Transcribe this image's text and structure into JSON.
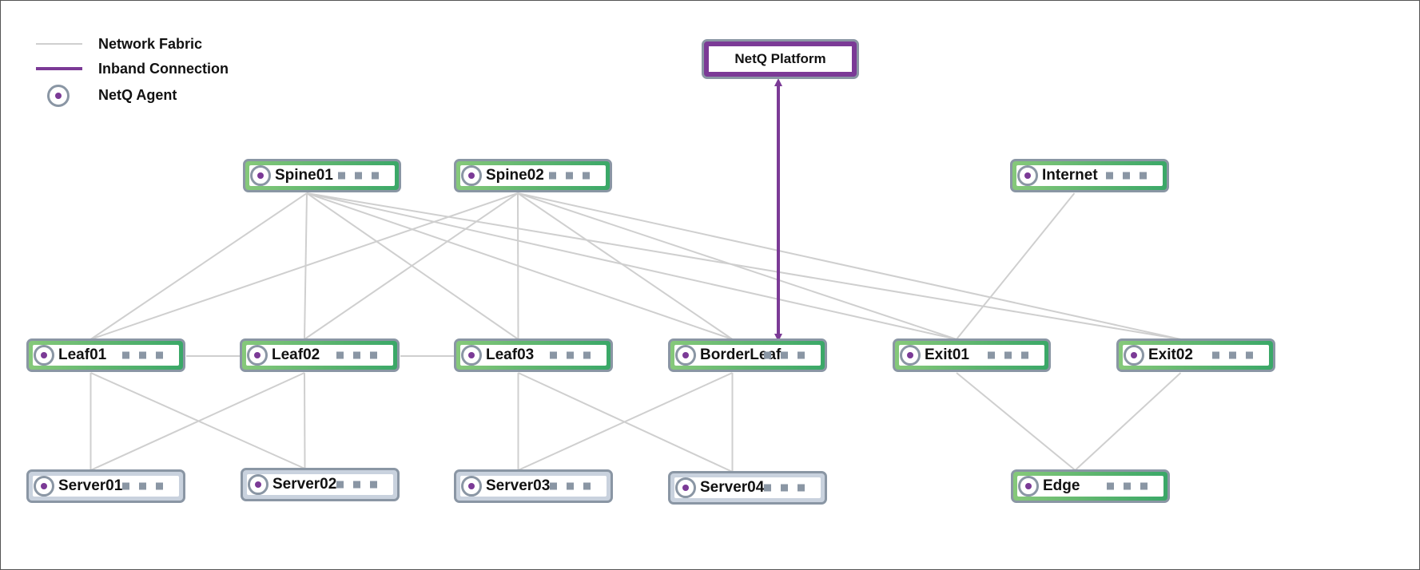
{
  "legend": {
    "fabric_label": "Network Fabric",
    "inband_label": "Inband Connection",
    "agent_label": "NetQ Agent",
    "fabric_color": "#cfcfcf",
    "inband_color": "#7b3a96"
  },
  "platform": {
    "label": "NetQ Platform"
  },
  "nodes": {
    "spine01": {
      "label": "Spine01"
    },
    "spine02": {
      "label": "Spine02"
    },
    "internet": {
      "label": "Internet"
    },
    "leaf01": {
      "label": "Leaf01"
    },
    "leaf02": {
      "label": "Leaf02"
    },
    "leaf03": {
      "label": "Leaf03"
    },
    "borderleaf": {
      "label": "BorderLeaf"
    },
    "exit01": {
      "label": "Exit01"
    },
    "exit02": {
      "label": "Exit02"
    },
    "server01": {
      "label": "Server01"
    },
    "server02": {
      "label": "Server02"
    },
    "server03": {
      "label": "Server03"
    },
    "server04": {
      "label": "Server04"
    },
    "edge": {
      "label": "Edge"
    }
  },
  "links": [
    [
      "spine01",
      "leaf01"
    ],
    [
      "spine01",
      "leaf02"
    ],
    [
      "spine01",
      "leaf03"
    ],
    [
      "spine01",
      "borderleaf"
    ],
    [
      "spine01",
      "exit01"
    ],
    [
      "spine01",
      "exit02"
    ],
    [
      "spine02",
      "leaf01"
    ],
    [
      "spine02",
      "leaf02"
    ],
    [
      "spine02",
      "leaf03"
    ],
    [
      "spine02",
      "borderleaf"
    ],
    [
      "spine02",
      "exit01"
    ],
    [
      "spine02",
      "exit02"
    ],
    [
      "internet",
      "exit01"
    ],
    [
      "leaf01",
      "leaf02"
    ],
    [
      "leaf02",
      "leaf03"
    ],
    [
      "leaf01",
      "server01"
    ],
    [
      "leaf01",
      "server02"
    ],
    [
      "leaf02",
      "server01"
    ],
    [
      "leaf02",
      "server02"
    ],
    [
      "leaf03",
      "server03"
    ],
    [
      "leaf03",
      "server04"
    ],
    [
      "borderleaf",
      "server03"
    ],
    [
      "borderleaf",
      "server04"
    ],
    [
      "exit01",
      "edge"
    ],
    [
      "exit02",
      "edge"
    ]
  ],
  "inband": [
    "borderleaf",
    "platform"
  ]
}
